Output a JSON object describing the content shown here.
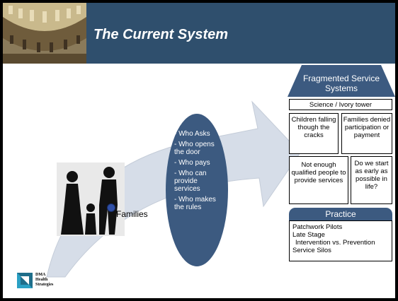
{
  "header": {
    "title": "The Current System"
  },
  "families": {
    "label": "Families"
  },
  "oval": {
    "items": [
      "- Who Asks",
      "- Who opens the door",
      "- Who pays",
      "- Who can provide services",
      "- Who makes the rules"
    ]
  },
  "house": {
    "roof_title": "Fragmented Service Systems",
    "science": "Science / Ivory tower",
    "children": "Children falling though the cracks",
    "denied": "Families denied participation or payment",
    "not_enough": "Not enough qualified people to provide services",
    "start_early": "Do we start as early as possible in life?",
    "practice_title": "Practice",
    "practice_items": [
      "Patchwork Pilots",
      "Late Stage",
      "Intervention vs. Prevention",
      "Service Silos"
    ]
  },
  "logo": {
    "lines": [
      "DMA",
      "Health",
      "Strategies"
    ]
  },
  "colors": {
    "header": "#2f4f6d",
    "oval": "#3c5a80",
    "arrow": "#d6dde8"
  }
}
